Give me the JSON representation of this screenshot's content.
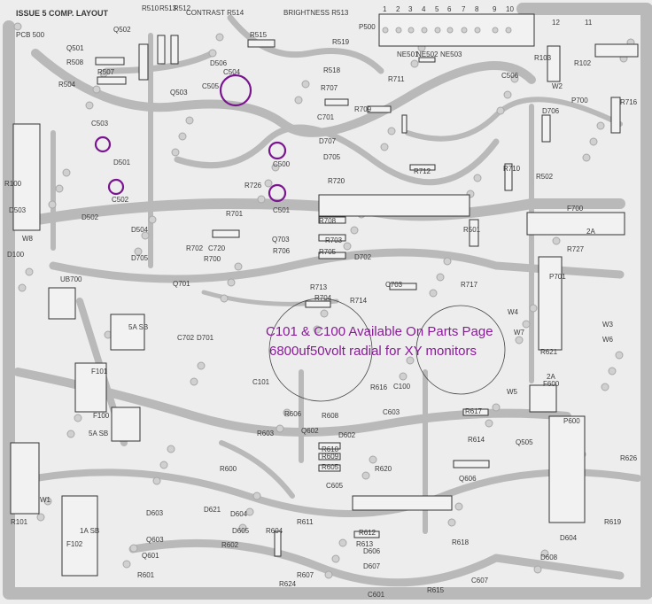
{
  "title": "ISSUE 5 COMP. LAYOUT",
  "board": "PCB 500",
  "note": {
    "line1": "C101 & C100 Available On Parts Page",
    "line2": "6800uf50volt radial for XY monitors"
  },
  "highlight_color": "#7a1590",
  "connector_pins": [
    "1",
    "2",
    "3",
    "4",
    "5",
    "6",
    "7",
    "8",
    "9",
    "10"
  ],
  "labels": [
    "Q502",
    "Q501",
    "R508",
    "R507",
    "R504",
    "R510",
    "R513",
    "R512",
    "CONTRAST R514",
    "BRIGHTNESS R513",
    "R515",
    "D506",
    "C504",
    "C505",
    "Q503",
    "P500",
    "12",
    "11",
    "NE501",
    "NE502",
    "NE503",
    "R519",
    "R518",
    "R711",
    "C506",
    "R103",
    "R102",
    "W2",
    "P700",
    "R707",
    "R709",
    "C701",
    "D707",
    "D705",
    "R712",
    "R720",
    "R501",
    "D706",
    "R716",
    "R710",
    "R502",
    "D503",
    "R100",
    "W8",
    "D100",
    "UB700",
    "C503",
    "D501",
    "C502",
    "D502",
    "D504",
    "D705",
    "R701",
    "R702",
    "C720",
    "R700",
    "Q703",
    "R706",
    "R708",
    "R705",
    "R703",
    "D702",
    "R713",
    "C703",
    "R704",
    "R714",
    "R717",
    "Q701",
    "C702",
    "D701",
    "C101",
    "C100",
    "C603",
    "R616",
    "R606",
    "R603",
    "Q602",
    "R608",
    "D602",
    "R610",
    "R609",
    "R605",
    "C605",
    "R620",
    "R617",
    "R614",
    "Q606",
    "Q505",
    "R618",
    "R615",
    "C607",
    "D608",
    "D604",
    "R619",
    "P600",
    "F600",
    "R621",
    "W5",
    "W4",
    "W3",
    "W6",
    "P701",
    "R727",
    "2A",
    "F700",
    "2A",
    "F101",
    "5A SB",
    "F100",
    "5A SB",
    "R101",
    "W1",
    "F102",
    "1A SB",
    "D603",
    "D621",
    "D604",
    "D605",
    "R602",
    "R600",
    "Q603",
    "Q601",
    "R601",
    "R607",
    "R611",
    "R604",
    "R612",
    "R613",
    "D606",
    "D607",
    "C601",
    "R624",
    "C500",
    "C501",
    "R726",
    "W7",
    "R626"
  ]
}
